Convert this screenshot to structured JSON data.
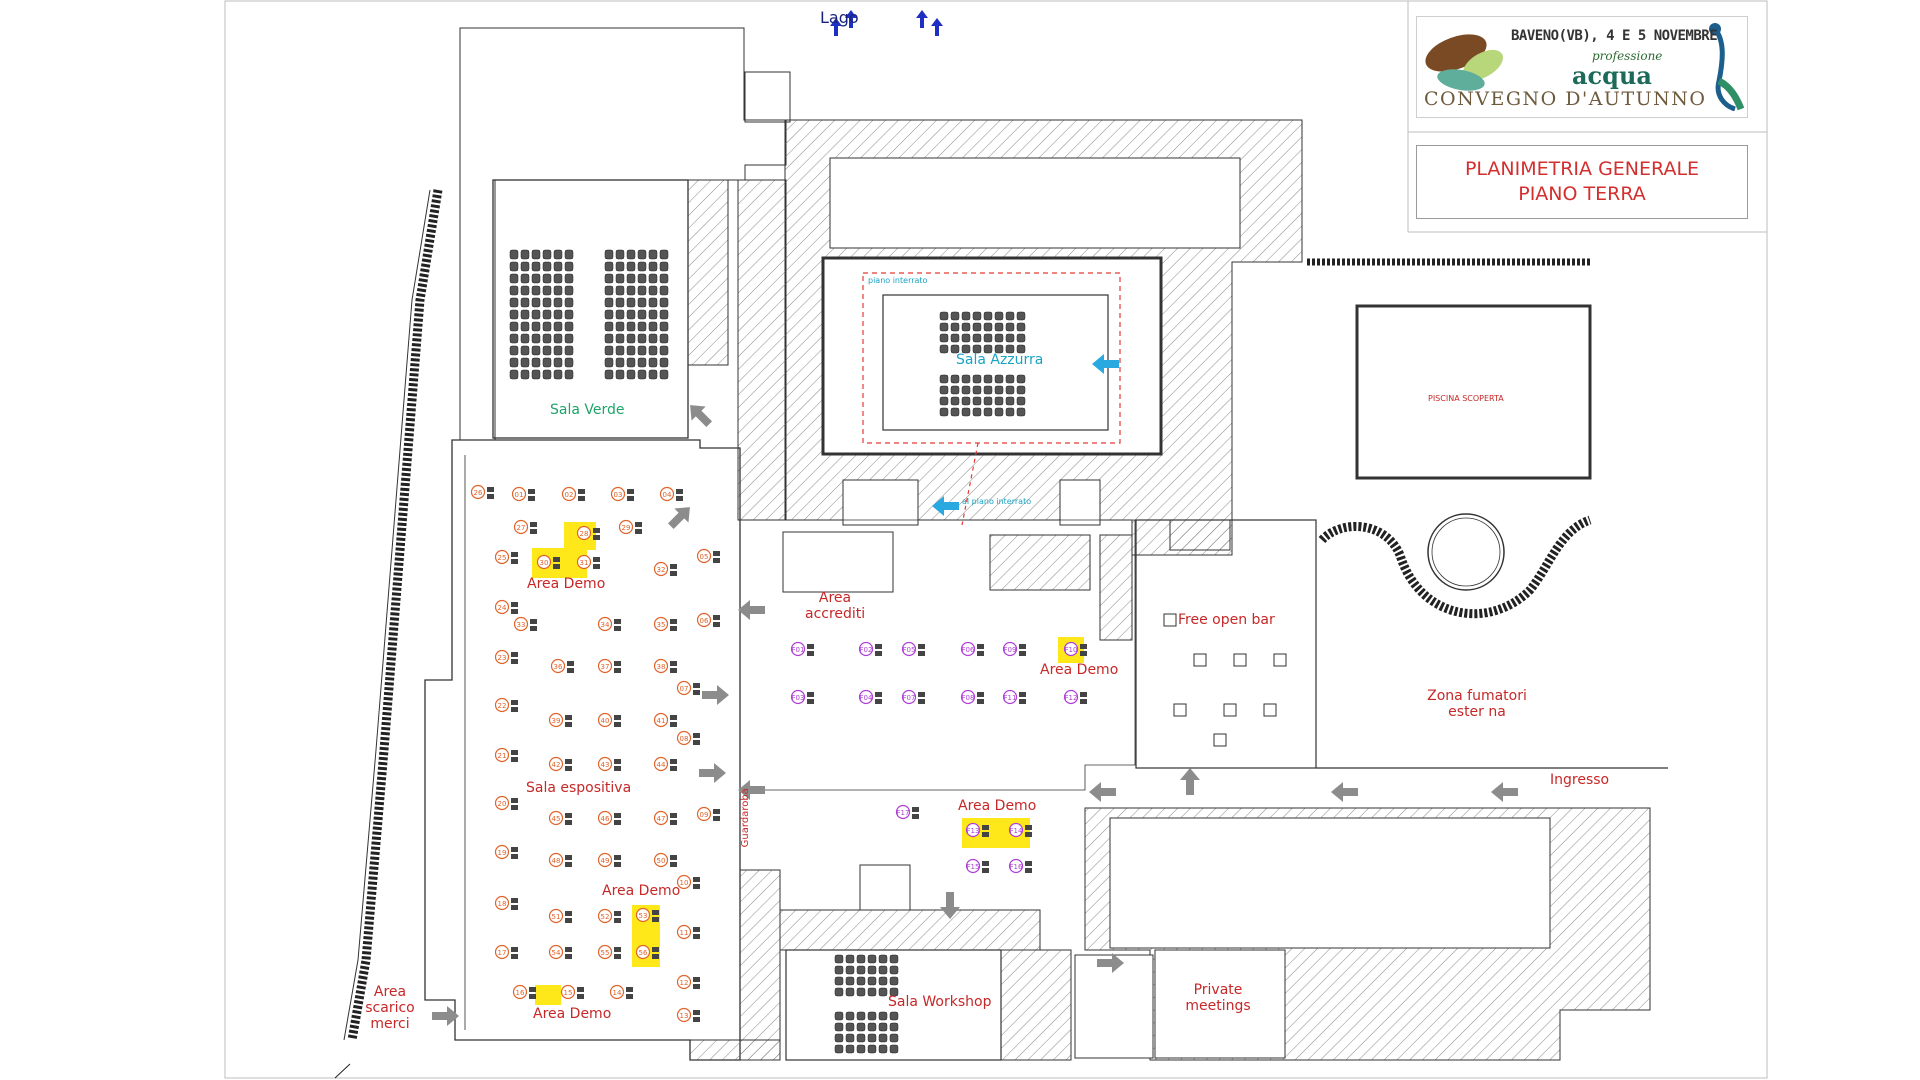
{
  "header": {
    "lake_label": "Lago",
    "logo": {
      "line1": "BAVENO(VB), 4 E 5 NOVEMBRE",
      "line2": "professione",
      "line3": "acqua",
      "line4": "CONVEGNO D'AUTUNNO"
    },
    "title_line1": "PLANIMETRIA GENERALE",
    "title_line2": "PIANO TERRA"
  },
  "rooms": {
    "sala_verde": "Sala Verde",
    "sala_azzurra": "Sala Azzurra",
    "piano_interrato": "piano interrato",
    "al_piano_interrato": "al piano interrato",
    "piscina": "PISCINA SCOPERTA",
    "area_accrediti": "Area\naccrediti",
    "free_open_bar": "Free open bar",
    "zona_fumatori": "Zona fumatori\nester na",
    "ingresso": "Ingresso",
    "sala_espositiva": "Sala espositiva",
    "guardaroba": "Guardaroba",
    "sala_workshop": "Sala Workshop",
    "private_meetings": "Private\nmeetings",
    "area_scarico": "Area\nscarico\nmerci",
    "area_demo": "Area Demo"
  },
  "colors": {
    "booth_orange": "#e0632a",
    "booth_purple": "#b03fd6",
    "demo_yellow": "#ffe81a",
    "arrow_gray": "#8c8c8c",
    "arrow_blue": "#29a9e0",
    "lake_arrow": "#1f2fc2",
    "label_red": "#c62828",
    "label_green": "#1fa36a",
    "label_cyan": "#1aa3c4"
  },
  "booths": {
    "left_column": [
      "26",
      "25",
      "24",
      "23",
      "22",
      "21",
      "20",
      "19",
      "18",
      "17",
      "16"
    ],
    "top_row": [
      "01",
      "02",
      "03",
      "04"
    ],
    "right_column": [
      "05",
      "06",
      "07",
      "08",
      "09",
      "10",
      "11",
      "12",
      "13"
    ],
    "inner": [
      "27",
      "29",
      "32",
      "33",
      "34",
      "35",
      "36",
      "37",
      "38",
      "39",
      "40",
      "41",
      "42",
      "43",
      "44",
      "45",
      "46",
      "47",
      "48",
      "49",
      "50",
      "51",
      "52",
      "54",
      "55",
      "14"
    ],
    "demo": [
      "28",
      "30",
      "31",
      "53",
      "56",
      "15"
    ],
    "foyer": [
      "F01",
      "F02",
      "F03",
      "F04",
      "F05",
      "F06",
      "F07",
      "F08",
      "F09",
      "F10",
      "F11",
      "F12",
      "F13",
      "F14",
      "F15",
      "F16",
      "F17"
    ]
  }
}
